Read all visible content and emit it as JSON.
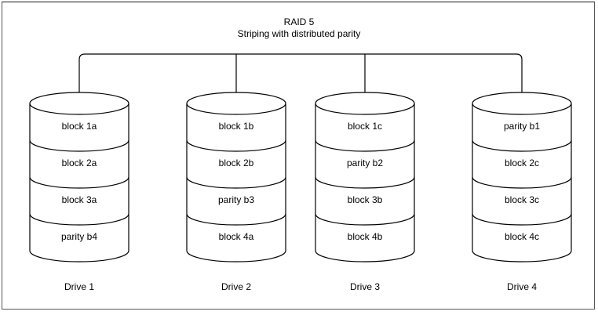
{
  "diagram": {
    "title": "RAID 5",
    "subtitle": "Striping with distributed parity",
    "frame_color": "#555555",
    "line_color": "#000000",
    "background_color": "#ffffff",
    "bus": {
      "name": "controller-bus",
      "description": "horizontal bus connecting all drives"
    },
    "drives": [
      {
        "label": "Drive 1",
        "blocks": [
          {
            "text": "block 1a",
            "kind": "data"
          },
          {
            "text": "block 2a",
            "kind": "data"
          },
          {
            "text": "block 3a",
            "kind": "data"
          },
          {
            "text": "parity b4",
            "kind": "parity"
          }
        ]
      },
      {
        "label": "Drive 2",
        "blocks": [
          {
            "text": "block 1b",
            "kind": "data"
          },
          {
            "text": "block 2b",
            "kind": "data"
          },
          {
            "text": "parity b3",
            "kind": "parity"
          },
          {
            "text": "block 4a",
            "kind": "data"
          }
        ]
      },
      {
        "label": "Drive 3",
        "blocks": [
          {
            "text": "block 1c",
            "kind": "data"
          },
          {
            "text": "parity b2",
            "kind": "parity"
          },
          {
            "text": "block 3b",
            "kind": "data"
          },
          {
            "text": "block 4b",
            "kind": "data"
          }
        ]
      },
      {
        "label": "Drive 4",
        "blocks": [
          {
            "text": "parity b1",
            "kind": "parity"
          },
          {
            "text": "block 2c",
            "kind": "data"
          },
          {
            "text": "block 3c",
            "kind": "data"
          },
          {
            "text": "block 4c",
            "kind": "data"
          }
        ]
      }
    ]
  }
}
